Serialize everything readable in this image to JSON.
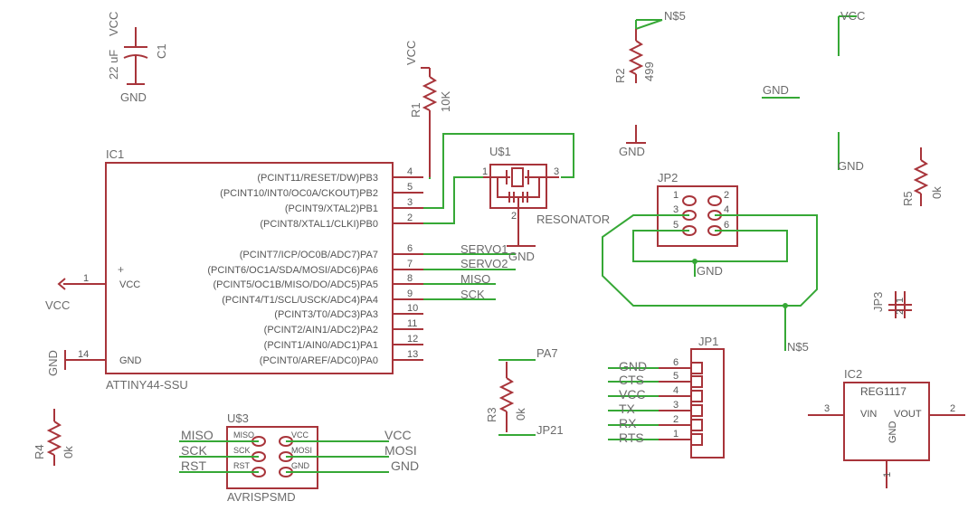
{
  "colors": {
    "part": "#a8343a",
    "net": "#36a836",
    "text": "#6b6b6b",
    "pin_text": "#555555"
  },
  "c1": {
    "name": "C1",
    "value": "22 uF",
    "top": "VCC",
    "bottom": "GND"
  },
  "r1": {
    "name": "R1",
    "value": "10K",
    "top": "VCC"
  },
  "r2": {
    "name": "R2",
    "value": "499",
    "net": "N$5",
    "gnd": "GND"
  },
  "top_right": {
    "vcc": "VCC",
    "gnd1": "GND",
    "gnd2": "GND"
  },
  "r5": {
    "name": "R5",
    "value": "0k"
  },
  "ic1": {
    "name": "IC1",
    "part": "ATTINY44-SSU",
    "right_pins": [
      {
        "num": "4",
        "label": "(PCINT11/RESET/DW)PB3"
      },
      {
        "num": "5",
        "label": "(PCINT10/INT0/OC0A/CKOUT)PB2"
      },
      {
        "num": "3",
        "label": "(PCINT9/XTAL2)PB1"
      },
      {
        "num": "2",
        "label": "(PCINT8/XTAL1/CLKI)PB0"
      },
      {
        "num": "6",
        "label": "(PCINT7/ICP/OC0B/ADC7)PA7"
      },
      {
        "num": "7",
        "label": "(PCINT6/OC1A/SDA/MOSI/ADC6)PA6"
      },
      {
        "num": "8",
        "label": "(PCINT5/OC1B/MISO/DO/ADC5)PA5"
      },
      {
        "num": "9",
        "label": "(PCINT4/T1/SCL/USCK/ADC4)PA4"
      },
      {
        "num": "10",
        "label": "(PCINT3/T0/ADC3)PA3"
      },
      {
        "num": "11",
        "label": "(PCINT2/AIN1/ADC2)PA2"
      },
      {
        "num": "12",
        "label": "(PCINT1/AIN0/ADC1)PA1"
      },
      {
        "num": "13",
        "label": "(PCINT0/AREF/ADC0)PA0"
      }
    ],
    "vcc_pin": "1",
    "vcc_label": "VCC",
    "vcc_net": "VCC",
    "gnd_pin": "14",
    "gnd_label": "GND",
    "gnd_net": "GND",
    "plus": "+",
    "nets": [
      "SERVO1",
      "SERVO2",
      "MISO",
      "SCK"
    ]
  },
  "u1": {
    "name": "U$1",
    "part": "RESONATOR",
    "p1": "1",
    "p2": "2",
    "p3": "3",
    "gnd": "GND"
  },
  "jp2": {
    "name": "JP2",
    "pins": [
      "1",
      "2",
      "3",
      "4",
      "5",
      "6"
    ],
    "gnd": "GND",
    "net": "N$5"
  },
  "jp3": {
    "name": "JP3",
    "p1": "1",
    "p2": "2"
  },
  "r3": {
    "name": "R3",
    "value": "0k",
    "top": "PA7",
    "bottom": "JP21"
  },
  "r4": {
    "name": "R4",
    "value": "0k"
  },
  "jp1": {
    "name": "JP1",
    "pins": [
      {
        "net": "GND",
        "num": "6"
      },
      {
        "net": "CTS",
        "num": "5"
      },
      {
        "net": "VCC",
        "num": "4"
      },
      {
        "net": "TX",
        "num": "3"
      },
      {
        "net": "RX",
        "num": "2"
      },
      {
        "net": "RTS",
        "num": "1"
      }
    ]
  },
  "u3": {
    "name": "U$3",
    "part": "AVRISPSMD",
    "left": [
      "MISO",
      "SCK",
      "RST"
    ],
    "right": [
      "VCC",
      "MOSI",
      "GND"
    ],
    "pad_left": [
      "MISO",
      "SCK",
      "RST"
    ],
    "pad_right": [
      "VCC",
      "MOSI",
      "GND"
    ]
  },
  "ic2": {
    "name": "IC2",
    "part": "REG1117",
    "vin": "VIN",
    "vout": "VOUT",
    "gnd": "GND",
    "p1": "1",
    "p2": "2",
    "p3": "3"
  }
}
